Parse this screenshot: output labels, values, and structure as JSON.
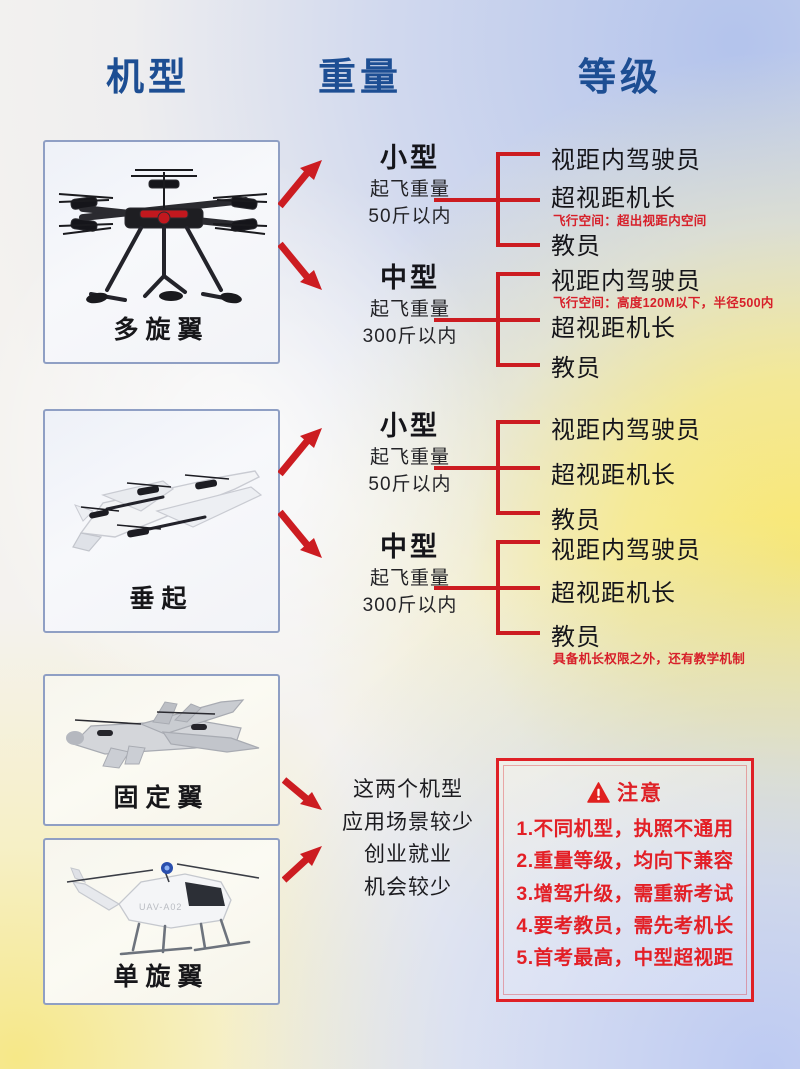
{
  "headers": {
    "type": "机型",
    "weight": "重量",
    "grade": "等级"
  },
  "aircraft": [
    {
      "label": "多旋翼",
      "icon": "multirotor-drone-photo"
    },
    {
      "label": "垂起",
      "icon": "vtol-aircraft-photo"
    },
    {
      "label": "固定翼",
      "icon": "fixed-wing-aircraft-photo"
    },
    {
      "label": "单旋翼",
      "icon": "single-rotor-helicopter-photo"
    }
  ],
  "weights": [
    {
      "title": "小型",
      "line1": "起飞重量",
      "line2": "50斤以内"
    },
    {
      "title": "中型",
      "line1": "起飞重量",
      "line2": "300斤以内"
    },
    {
      "title": "小型",
      "line1": "起飞重量",
      "line2": "50斤以内"
    },
    {
      "title": "中型",
      "line1": "起飞重量",
      "line2": "300斤以内"
    }
  ],
  "grades": {
    "g1": {
      "a": "视距内驾驶员",
      "b": "超视距机长",
      "c": "教员"
    },
    "g2": {
      "a": "视距内驾驶员",
      "b": "超视距机长",
      "c": "教员"
    },
    "g3": {
      "a": "视距内驾驶员",
      "b": "超视距机长",
      "c": "教员"
    },
    "g4": {
      "a": "视距内驾驶员",
      "b": "超视距机长",
      "c": "教员"
    }
  },
  "notes": {
    "n1": "飞行空间：超出视距内空间",
    "n2": "飞行空间：高度120M以下，半径500内",
    "n3": "具备机长权限之外，还有教学机制"
  },
  "bottom_note": {
    "l1": "这两个机型",
    "l2": "应用场景较少",
    "l3": "创业就业",
    "l4": "机会较少"
  },
  "notice": {
    "title": "注意",
    "icon": "warning-triangle-icon",
    "items": [
      "1.不同机型，执照不通用",
      "2.重量等级，均向下兼容",
      "3.增驾升级，需重新考试",
      "4.要考教员，需先考机长",
      "5.首考最高，中型超视距"
    ]
  },
  "colors": {
    "header_blue": "#1d4e93",
    "accent_red": "#cc1c21",
    "notice_red": "#df2026",
    "card_border": "#8f9fc4"
  }
}
